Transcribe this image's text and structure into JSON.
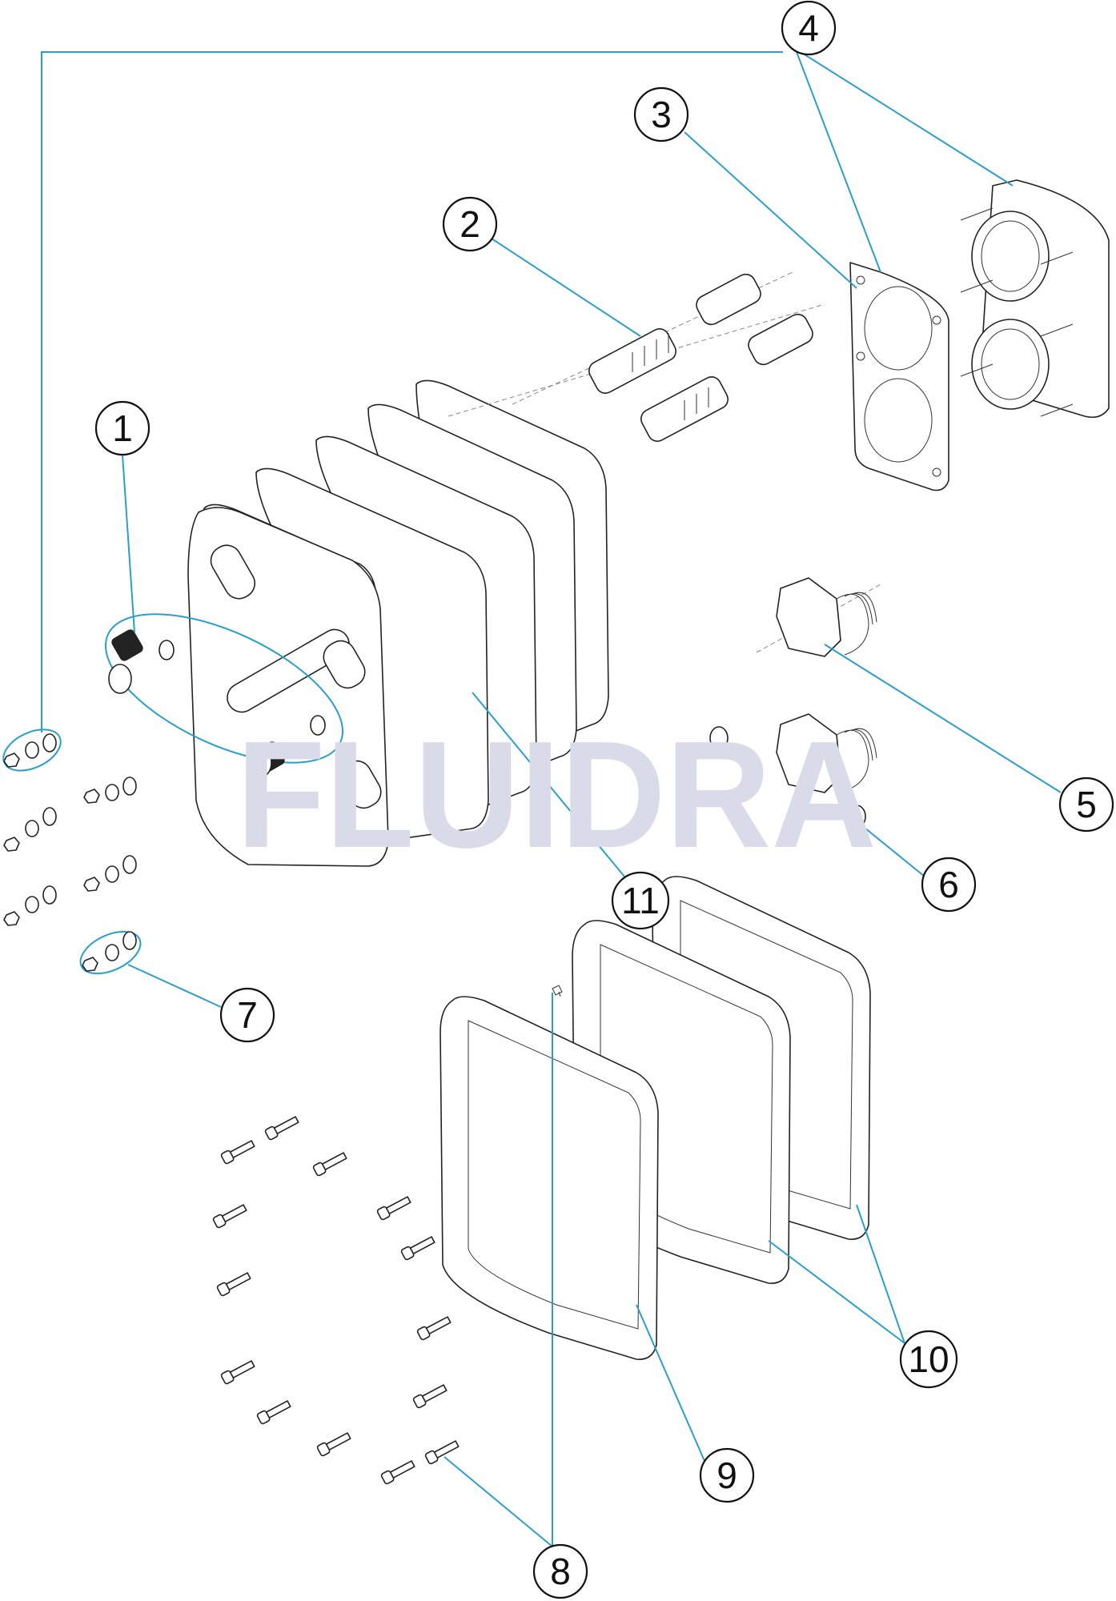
{
  "watermark": "FLUIDRA",
  "callouts": {
    "c1": "1",
    "c2": "2",
    "c3": "3",
    "c4": "4",
    "c5": "5",
    "c6": "6",
    "c7": "7",
    "c8": "8",
    "c9": "9",
    "c10": "10",
    "c11": "11"
  },
  "colors": {
    "leader": "#2b9fcb",
    "watermark": "#d9dbe9",
    "line": "#222222"
  }
}
